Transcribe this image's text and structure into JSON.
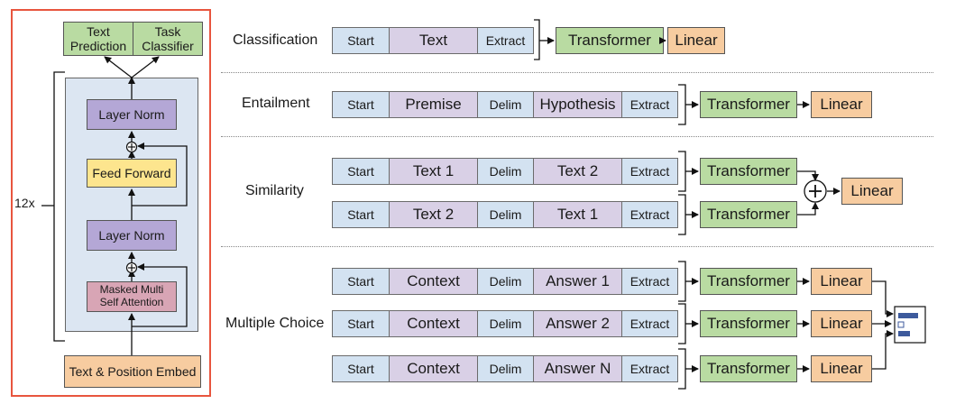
{
  "architecture": {
    "outputs": [
      "Text\nPrediction",
      "Task\nClassifier"
    ],
    "repeat": "12x",
    "layer_norm": "Layer Norm",
    "feed_forward": "Feed Forward",
    "attention": "Masked Multi\nSelf Attention",
    "embed": "Text & Position Embed",
    "add_symbol": "+"
  },
  "tokens": {
    "start": "Start",
    "delim": "Delim",
    "extract": "Extract",
    "text": "Text",
    "premise": "Premise",
    "hypothesis": "Hypothesis",
    "text1": "Text 1",
    "text2": "Text 2",
    "context": "Context",
    "answer1": "Answer 1",
    "answer2": "Answer 2",
    "answerN": "Answer N"
  },
  "modules": {
    "transformer": "Transformer",
    "linear": "Linear",
    "plus": "+"
  },
  "tasks": {
    "classification": "Classification",
    "entailment": "Entailment",
    "similarity": "Similarity",
    "multiple_choice": "Multiple Choice"
  },
  "colors": {
    "panel_border": "#e8553e",
    "token_blue": "#d3e2f1",
    "token_purple": "#d9d0e6",
    "transformer_green": "#b9dba2",
    "linear_orange": "#f7cca0",
    "layer_norm_purple": "#b4a7d6",
    "feed_forward_yellow": "#fde58e",
    "attention_pink": "#d8a5b5"
  }
}
